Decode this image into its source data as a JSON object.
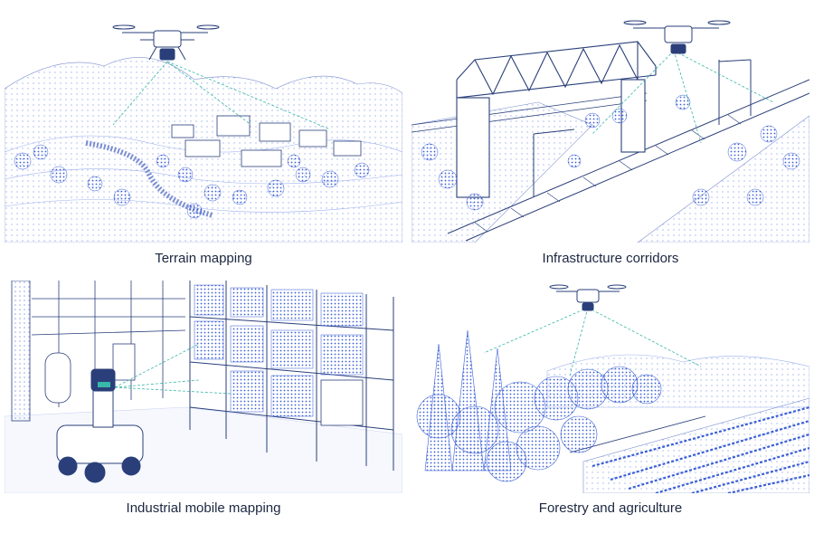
{
  "panels": [
    {
      "caption": "Terrain mapping"
    },
    {
      "caption": "Infrastructure corridors"
    },
    {
      "caption": "Industrial mobile mapping"
    },
    {
      "caption": "Forestry and agriculture"
    }
  ],
  "colors": {
    "ink": "#2a3f7a",
    "points": "#3b5fd6",
    "points_light": "#9db0ee",
    "scan_line": "#39b7a8",
    "caption": "#1b2740"
  }
}
